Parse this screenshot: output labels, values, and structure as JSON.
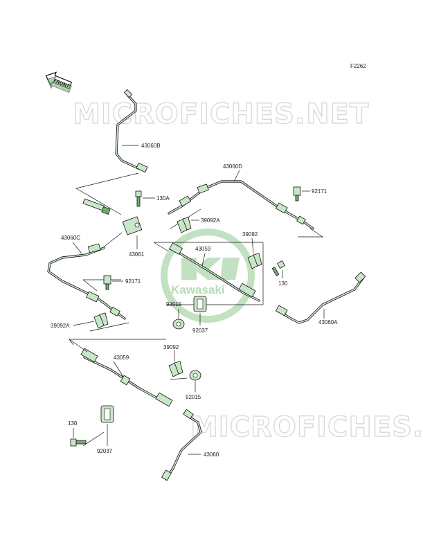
{
  "figure_code": "F2262",
  "front_tag": "FRONT",
  "watermark_text": "MICROFICHES.NET",
  "logo_text": "Kawasaki",
  "colors": {
    "part_fill": "#c8e6c8",
    "part_dark": "#6fae6f",
    "logo_green": "#8fc98f",
    "watermark": "#d9d9d9"
  },
  "parts": [
    {
      "id": "p43060B",
      "number": "43060B"
    },
    {
      "id": "p43060D",
      "number": "43060D"
    },
    {
      "id": "p92171a",
      "number": "92171"
    },
    {
      "id": "p130A",
      "number": "130A"
    },
    {
      "id": "p39092Aa",
      "number": "39092A"
    },
    {
      "id": "p43060C",
      "number": "43060C"
    },
    {
      "id": "p43061",
      "number": "43061"
    },
    {
      "id": "p43059a",
      "number": "43059"
    },
    {
      "id": "p39092a",
      "number": "39092"
    },
    {
      "id": "p92171b",
      "number": "92171"
    },
    {
      "id": "p130a",
      "number": "130"
    },
    {
      "id": "p92015a",
      "number": "92015"
    },
    {
      "id": "p39092Ab",
      "number": "39092A"
    },
    {
      "id": "p92037a",
      "number": "92037"
    },
    {
      "id": "p43060A",
      "number": "43060A"
    },
    {
      "id": "p39092b",
      "number": "39092"
    },
    {
      "id": "p43059b",
      "number": "43059"
    },
    {
      "id": "p92015b",
      "number": "92015"
    },
    {
      "id": "p130b",
      "number": "130"
    },
    {
      "id": "p92037b",
      "number": "92037"
    },
    {
      "id": "p43060",
      "number": "43060"
    }
  ]
}
